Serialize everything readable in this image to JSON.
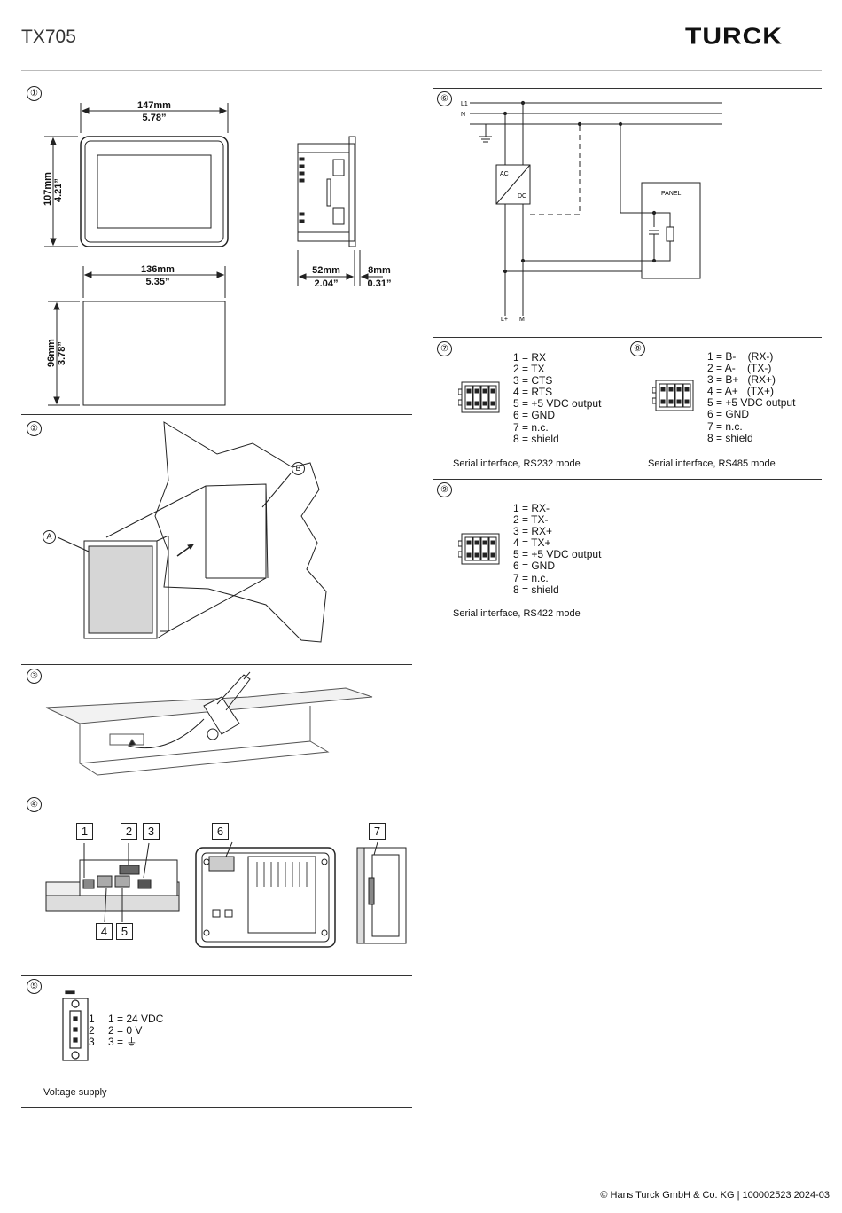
{
  "header": {
    "title": "TX705",
    "logo_text": "TURCK"
  },
  "sections": {
    "s1": {
      "num": "①",
      "dims": {
        "w147": "147mm",
        "w578": "5.78”",
        "h107": "107mm",
        "h421": "4.21”",
        "d52": "52mm",
        "d204": "2.04”",
        "d8": "8mm",
        "d031": "0.31”",
        "w136": "136mm",
        "w535": "5.35”",
        "h96": "96mm",
        "h378": "3.78”"
      }
    },
    "s2": {
      "num": "②",
      "label_a": "A",
      "label_b": "B"
    },
    "s3": {
      "num": "③"
    },
    "s4": {
      "num": "④",
      "callouts": [
        "1",
        "2",
        "3",
        "4",
        "5",
        "6",
        "7"
      ]
    },
    "s5": {
      "num": "⑤",
      "pins": [
        "1",
        "2",
        "3"
      ],
      "lines": [
        "1 = 24 VDC",
        "2 = 0 V",
        "3 = ⏚"
      ],
      "caption": "Voltage supply"
    },
    "s6": {
      "num": "⑥",
      "labels": {
        "l1": "L1",
        "n": "N",
        "ac": "AC",
        "dc": "DC",
        "panel": "PANEL",
        "lplus": "L+",
        "m": "M"
      }
    },
    "s7": {
      "num": "⑦",
      "lines": [
        "1 = RX",
        "2 = TX",
        "3 = CTS",
        "4 = RTS",
        "5 = +5 VDC output",
        "6 = GND",
        "7 = n.c.",
        "8 = shield"
      ],
      "caption": "Serial interface, RS232 mode"
    },
    "s8": {
      "num": "⑧",
      "lines": [
        "1 = B-    (RX-)",
        "2 = A-    (TX-)",
        "3 = B+   (RX+)",
        "4 = A+   (TX+)",
        "5 = +5 VDC output",
        "6 = GND",
        "7 = n.c.",
        "8 = shield"
      ],
      "caption": "Serial interface, RS485 mode"
    },
    "s9": {
      "num": "⑨",
      "lines": [
        "1 = RX-",
        "2 = TX-",
        "3 = RX+",
        "4 = TX+",
        "5 = +5 VDC output",
        "6 = GND",
        "7 = n.c.",
        "8 = shield"
      ],
      "caption": "Serial interface,  RS422 mode"
    }
  },
  "footer": {
    "text": "© Hans Turck GmbH & Co. KG | 100002523 2024-03"
  }
}
